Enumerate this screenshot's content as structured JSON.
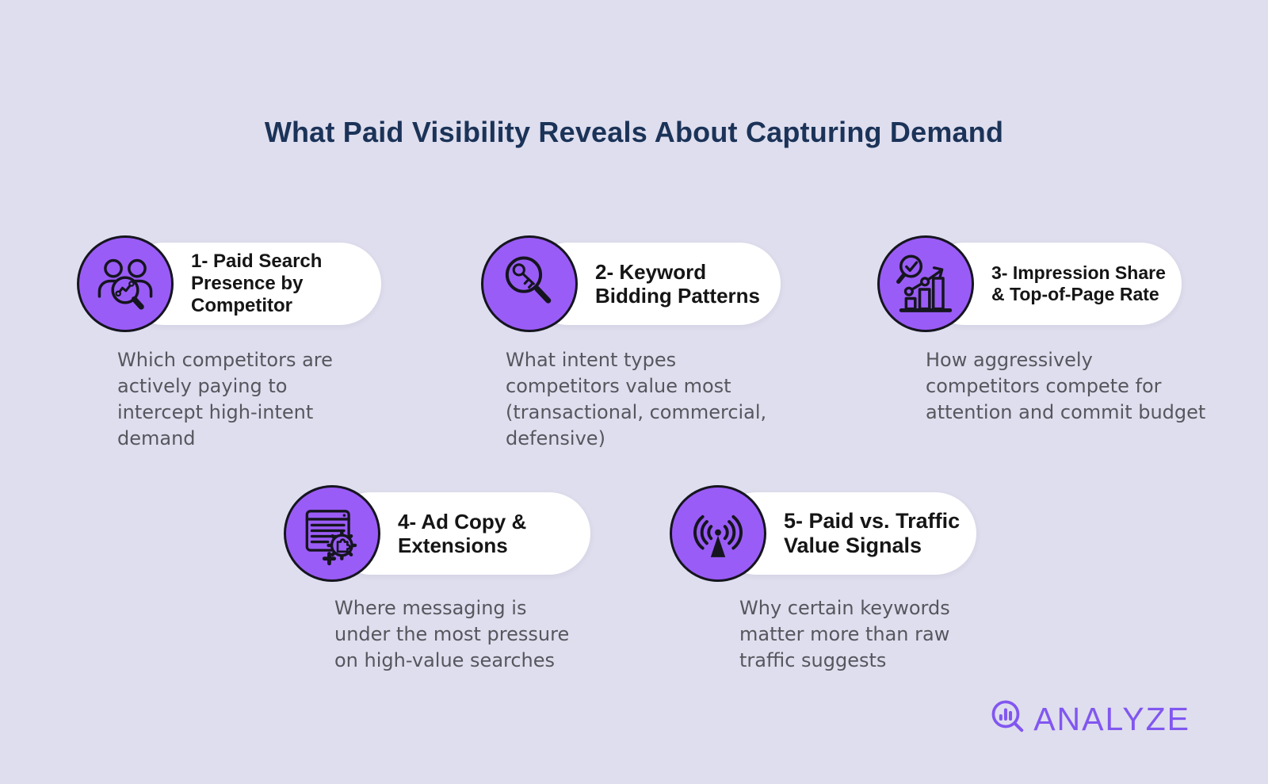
{
  "title": "What Paid Visibility Reveals About Capturing Demand",
  "colors": {
    "background": "#dfdeee",
    "accent_purple": "#9a5cf6",
    "title_navy": "#1b3358",
    "pill_white": "#ffffff",
    "label_text": "#151515",
    "description_text": "#56565e",
    "logo_purple": "#8157f0",
    "icon_stroke": "#15151f"
  },
  "cards": [
    {
      "label": "1- Paid Search Presence by Competitor",
      "description": "Which competitors are actively paying to intercept high-intent demand",
      "icon": "competitor-audience-search-icon"
    },
    {
      "label": "2- Keyword Bidding Patterns",
      "description": "What intent types competitors value most (transactional, commercial, defensive)",
      "icon": "keyword-key-magnifier-icon"
    },
    {
      "label": "3- Impression Share & Top-of-Page Rate",
      "description": "How aggressively competitors compete for attention and commit budget",
      "icon": "growth-check-magnifier-chart-icon"
    },
    {
      "label": "4- Ad Copy & Extensions",
      "description": "Where messaging is under the most pressure on high-value searches",
      "icon": "ad-window-extensions-gear-icon"
    },
    {
      "label": "5- Paid vs. Traffic Value Signals",
      "description": "Why certain keywords matter more than raw traffic suggests",
      "icon": "broadcast-antenna-icon"
    }
  ],
  "footer": {
    "brand": "ANALYZE"
  }
}
